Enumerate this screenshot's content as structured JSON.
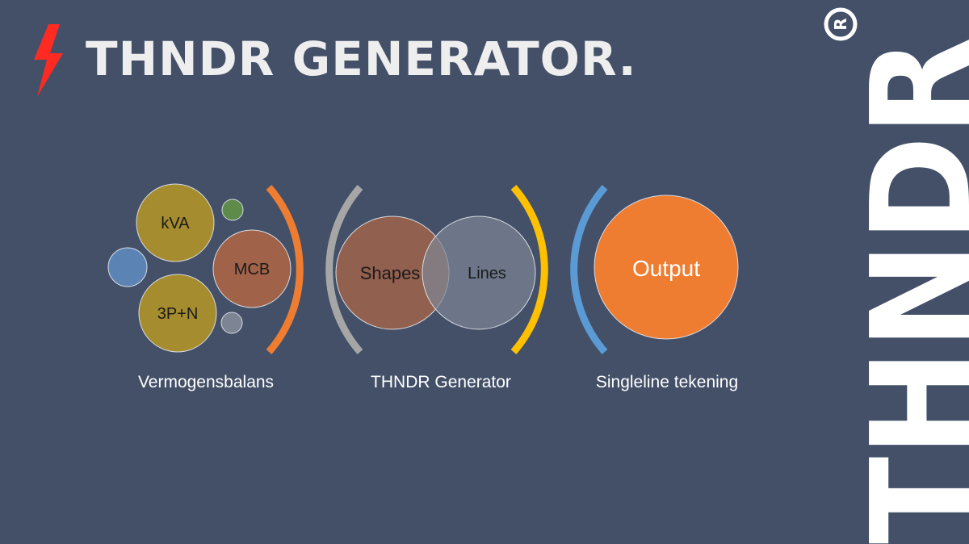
{
  "slide": {
    "title": "THNDR GENERATOR.",
    "brand_vertical": "THNDR",
    "registered_mark": "R"
  },
  "colors": {
    "background": "#435068",
    "bolt": "#ff2a22",
    "olive": "#a58c2e",
    "brown": "#a0634a",
    "blue": "#5b84b5",
    "green": "#5e8a4a",
    "grey_bubble": "#7d8594",
    "orange": "#ef7d31",
    "yellow": "#ffc000",
    "grey_arc": "#a6a6a6",
    "light_blue": "#5b9bd5"
  },
  "diagram": {
    "groups": [
      {
        "caption": "Vermogensbalans",
        "nodes": [
          {
            "label": "kVA",
            "color": "olive"
          },
          {
            "label": "3P+N",
            "color": "olive"
          },
          {
            "label": "MCB",
            "color": "brown"
          },
          {
            "label": "",
            "color": "blue"
          },
          {
            "label": "",
            "color": "green"
          },
          {
            "label": "",
            "color": "grey_bubble"
          }
        ]
      },
      {
        "caption": "THNDR Generator",
        "nodes": [
          {
            "label": "Shapes",
            "color": "brown"
          },
          {
            "label": "Lines",
            "color": "grey_bubble"
          }
        ]
      },
      {
        "caption": "Singleline tekening",
        "nodes": [
          {
            "label": "Output",
            "color": "orange"
          }
        ]
      }
    ],
    "brackets": [
      {
        "side": "right",
        "color": "orange"
      },
      {
        "side": "left",
        "color": "grey_arc"
      },
      {
        "side": "right",
        "color": "yellow"
      },
      {
        "side": "left",
        "color": "light_blue"
      }
    ]
  }
}
